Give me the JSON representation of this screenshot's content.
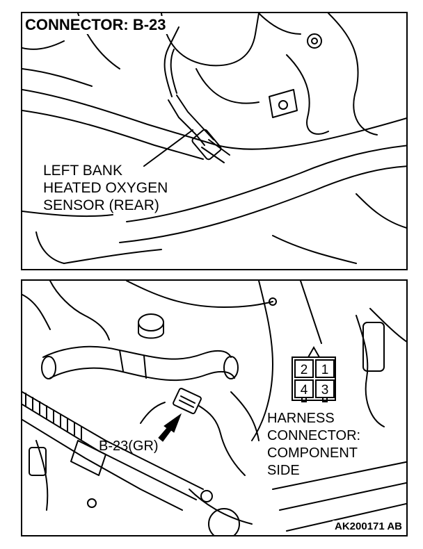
{
  "top_panel": {
    "title": "CONNECTOR: B-23",
    "sensor_label_lines": [
      "LEFT BANK",
      "HEATED OXYGEN",
      "SENSOR (REAR)"
    ]
  },
  "bottom_panel": {
    "connector_callout": "B-23(GR)",
    "harness_label_lines": [
      "HARNESS",
      "CONNECTOR:",
      "COMPONENT",
      "SIDE"
    ],
    "pins": {
      "p1": "1",
      "p2": "2",
      "p3": "3",
      "p4": "4"
    },
    "figure_code": "AK200171 AB"
  }
}
